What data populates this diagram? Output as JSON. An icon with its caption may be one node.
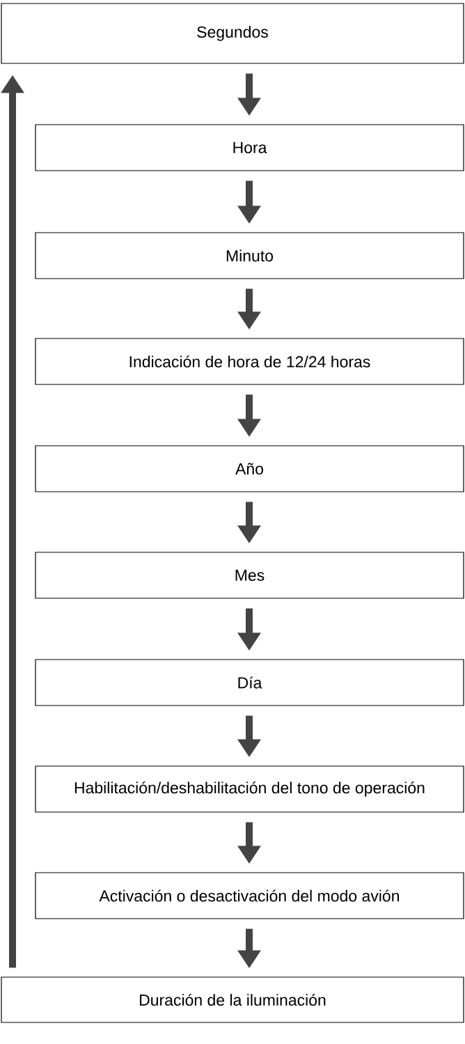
{
  "diagram": {
    "nodes": [
      {
        "text": [
          "Segundos"
        ]
      },
      {
        "text": [
          "Hora"
        ]
      },
      {
        "text": [
          "Minuto"
        ]
      },
      {
        "text": [
          "Indicación de hora de 12/24 horas"
        ]
      },
      {
        "text": [
          "Año"
        ]
      },
      {
        "text": [
          "Mes"
        ]
      },
      {
        "text": [
          "Día"
        ]
      },
      {
        "text": [
          "Habilitación/deshabilitación del tono de operación"
        ]
      },
      {
        "text": [
          "Activación o desactivación del modo avión"
        ]
      },
      {
        "text": [
          "Duración de la iluminación"
        ]
      }
    ],
    "edges": [
      {
        "from": 0,
        "to": 1,
        "arrow": "to"
      },
      {
        "from": 1,
        "to": 2,
        "arrow": "to"
      },
      {
        "from": 2,
        "to": 3,
        "arrow": "to"
      },
      {
        "from": 3,
        "to": 4,
        "arrow": "to"
      },
      {
        "from": 4,
        "to": 5,
        "arrow": "to"
      },
      {
        "from": 5,
        "to": 6,
        "arrow": "to"
      },
      {
        "from": 6,
        "to": 7,
        "arrow": "to"
      },
      {
        "from": 7,
        "to": 8,
        "arrow": "to"
      },
      {
        "from": 8,
        "to": 9,
        "arrow": "to"
      },
      {
        "from": 9,
        "to": 0,
        "arrow": "to"
      }
    ]
  }
}
